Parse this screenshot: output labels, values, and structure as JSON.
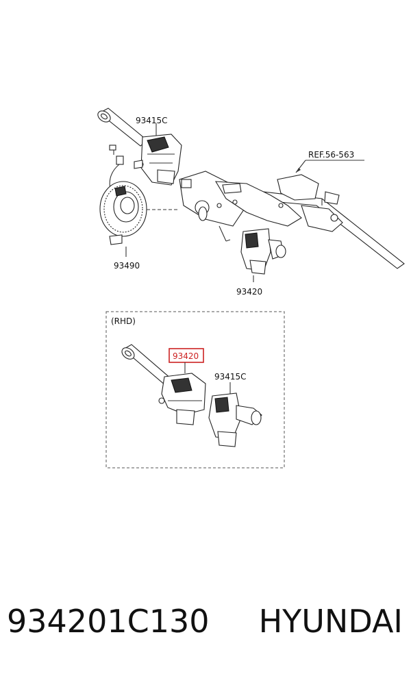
{
  "callouts": {
    "top_switch": "93415C",
    "reference": "REF.56-563",
    "clock_spring": "93490",
    "lower_switch": "93420",
    "rhd_title": "(RHD)",
    "rhd_highlight": "93420",
    "rhd_switch": "93415C"
  },
  "highlight_color": "#cc2222",
  "footer": {
    "part_number": "934201C130",
    "brand": "HYUNDAI"
  }
}
